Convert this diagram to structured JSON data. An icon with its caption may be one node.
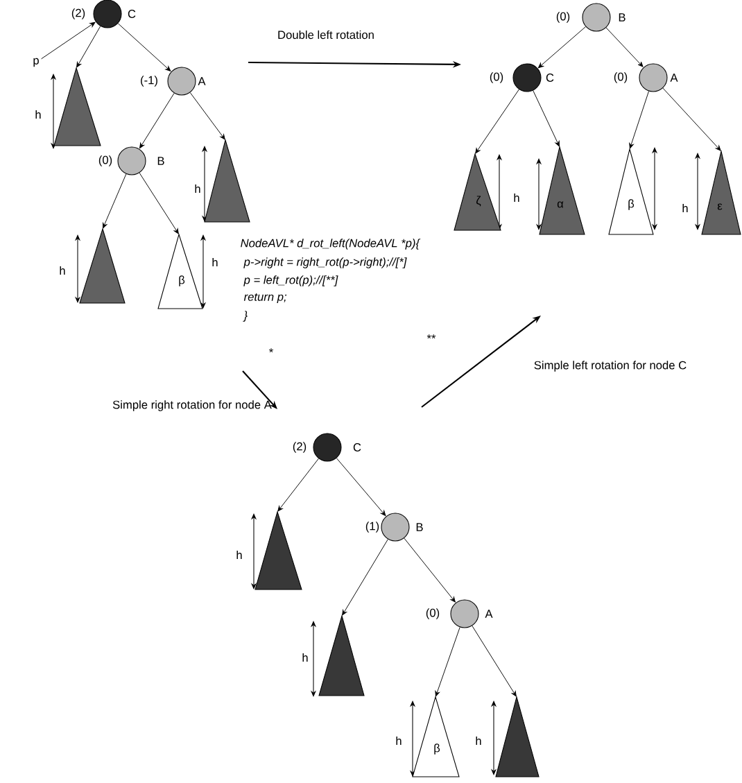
{
  "diagram": {
    "nodes": [
      {
        "text": [],
        "shape": "circle",
        "beside": [
          "(2)",
          "C"
        ]
      },
      {
        "text": [
          "p"
        ]
      },
      {
        "text": [],
        "shape": "circle",
        "beside": [
          "(-1)",
          "A"
        ]
      },
      {
        "text": [],
        "shape": "triangle"
      },
      {
        "text": [],
        "shape": "circle",
        "beside": [
          "(0)",
          "B"
        ]
      },
      {
        "text": [],
        "shape": "triangle"
      },
      {
        "text": [],
        "shape": "triangle"
      },
      {
        "text": [
          "β"
        ]
      },
      {
        "text": [],
        "shape": "circle",
        "beside": [
          "(0)",
          "B"
        ]
      },
      {
        "text": [],
        "shape": "circle",
        "beside": [
          "(0)",
          "C"
        ]
      },
      {
        "text": [],
        "shape": "circle",
        "beside": [
          "(0)",
          "A"
        ]
      },
      {
        "text": [
          "ζ"
        ]
      },
      {
        "text": [
          "α"
        ]
      },
      {
        "text": [
          "β"
        ]
      },
      {
        "text": [
          "ε"
        ]
      },
      {
        "text": [],
        "shape": "circle",
        "beside": [
          "(2)",
          "C"
        ]
      },
      {
        "text": [],
        "shape": "circle",
        "beside": [
          "(1)",
          "B"
        ]
      },
      {
        "text": [],
        "shape": "triangle"
      },
      {
        "text": [],
        "shape": "triangle"
      },
      {
        "text": [],
        "shape": "circle",
        "beside": [
          "(0)",
          "A"
        ]
      },
      {
        "text": [
          "β"
        ]
      },
      {
        "text": [],
        "shape": "triangle"
      }
    ],
    "edges": [
      {
        "from": 1,
        "to": 0,
        "arrow": "to"
      },
      {
        "from": 0,
        "to": 3,
        "arrow": "to"
      },
      {
        "from": 0,
        "to": 2,
        "arrow": "to"
      },
      {
        "from": 2,
        "to": 4,
        "arrow": "to"
      },
      {
        "from": 2,
        "to": 5,
        "arrow": "to"
      },
      {
        "from": 4,
        "to": 6,
        "arrow": "to"
      },
      {
        "from": 4,
        "to": 7,
        "arrow": "to"
      },
      {
        "from": 8,
        "to": 9,
        "arrow": "to"
      },
      {
        "from": 8,
        "to": 10,
        "arrow": "to"
      },
      {
        "from": 9,
        "to": 11,
        "arrow": "to"
      },
      {
        "from": 9,
        "to": 12,
        "arrow": "to"
      },
      {
        "from": 10,
        "to": 13,
        "arrow": "to"
      },
      {
        "from": 10,
        "to": 14,
        "arrow": "to"
      },
      {
        "from": 15,
        "to": 17,
        "arrow": "to"
      },
      {
        "from": 15,
        "to": 16,
        "arrow": "to"
      },
      {
        "from": 16,
        "to": 18,
        "arrow": "to"
      },
      {
        "from": 16,
        "to": 19,
        "arrow": "to"
      },
      {
        "from": 19,
        "to": 20,
        "arrow": "to"
      },
      {
        "from": 19,
        "to": 21,
        "arrow": "to"
      }
    ],
    "labels": [
      "Double left rotation",
      "h",
      "h",
      "h",
      "h",
      "h",
      "h",
      "NodeAVL* d_rot_left(NodeAVL *p){",
      "p->right = right_rot(p->right);//[*]",
      "p = left_rot(p);//[**]",
      "return p;",
      "}",
      "*",
      "**",
      "Simple left rotation for node C",
      "Simple right rotation for node A",
      "h",
      "h",
      "h",
      "h"
    ]
  }
}
